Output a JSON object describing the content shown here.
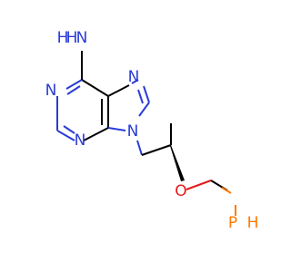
{
  "molecule": {
    "atoms": {
      "nh2_n": "N",
      "nh2_h1": "H",
      "nh2_h2": "H",
      "n1": "N",
      "n3": "N",
      "n7": "N",
      "n9": "N",
      "o": "O",
      "p": "P",
      "p_h": "H"
    },
    "colors": {
      "bond": "#000000",
      "nitrogen": "#2a3bd8",
      "oxygen": "#e21b1b",
      "phosphorus": "#ff7a00"
    }
  }
}
